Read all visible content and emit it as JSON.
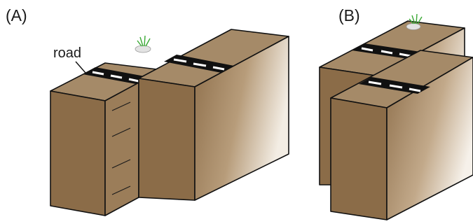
{
  "labels": {
    "panel_a": "(A)",
    "panel_b": "(B)",
    "road": "road"
  },
  "colors": {
    "block_top": "#a58a68",
    "block_side": "#8b6c48",
    "block_front_dark": "#8e6f4b",
    "block_front_light": "#f3ede4",
    "outline": "#111111",
    "road": "#111111",
    "road_marking": "#ffffff",
    "grass": "#3aa935",
    "rock": "#e3e3e3"
  },
  "icons": [
    "grass-icon",
    "rock-icon"
  ]
}
